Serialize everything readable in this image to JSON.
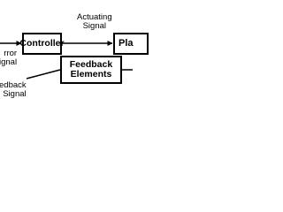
{
  "blocks": {
    "controller": "Controller",
    "plant": "Pla",
    "feedback_line1": "Feedback",
    "feedback_line2": "Elements"
  },
  "signals": {
    "actuating_line1": "Actuating",
    "actuating_line2": "Signal",
    "error_line1": "rror",
    "error_line2": "ignal",
    "feedback_line1": "edback",
    "feedback_line2": "Signal"
  },
  "colors": {
    "line": "#000000",
    "background": "#ffffff"
  }
}
